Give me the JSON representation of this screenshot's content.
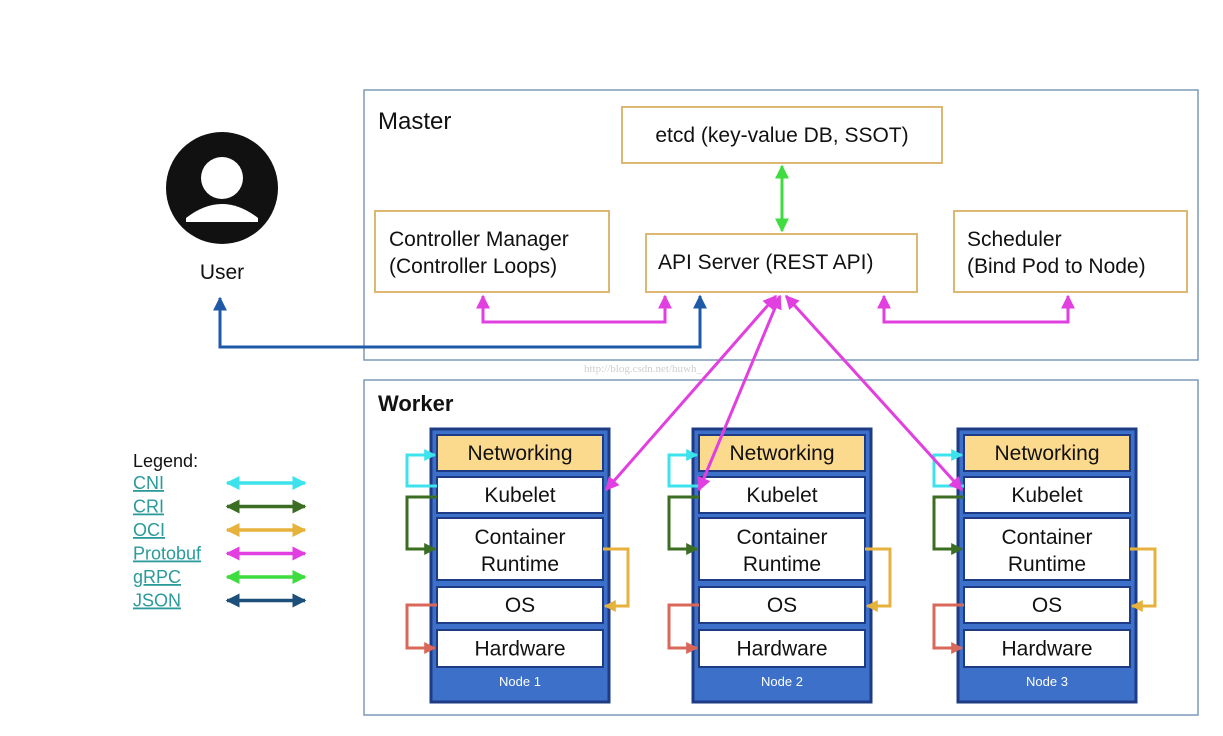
{
  "user": {
    "label": "User"
  },
  "master": {
    "title": "Master",
    "etcd": "etcd (key-value DB, SSOT)",
    "controller_manager": [
      "Controller Manager",
      "(Controller Loops)"
    ],
    "api_server": "API Server (REST API)",
    "scheduler": [
      "Scheduler",
      "(Bind Pod to Node)"
    ]
  },
  "watermark": "http://blog.csdn.net/huwh_",
  "worker": {
    "title": "Worker",
    "nodes": [
      {
        "label": "Node 1"
      },
      {
        "label": "Node 2"
      },
      {
        "label": "Node 3"
      }
    ],
    "layers": {
      "networking": "Networking",
      "kubelet": "Kubelet",
      "runtime": [
        "Container",
        "Runtime"
      ],
      "os": "OS",
      "hardware": "Hardware"
    }
  },
  "legend": {
    "title": "Legend:",
    "items": [
      {
        "label": "CNI",
        "color": "#3de3ec"
      },
      {
        "label": "CRI",
        "color": "#3b6e22"
      },
      {
        "label": "OCI",
        "color": "#e6b23c"
      },
      {
        "label": "Protobuf",
        "color": "#e23fe0"
      },
      {
        "label": "gRPC",
        "color": "#3fdc3f"
      },
      {
        "label": "JSON",
        "color": "#1c4f7a"
      }
    ]
  },
  "colors": {
    "json": "#1f5aa8",
    "layer_arrow_red": "#d9675a"
  }
}
